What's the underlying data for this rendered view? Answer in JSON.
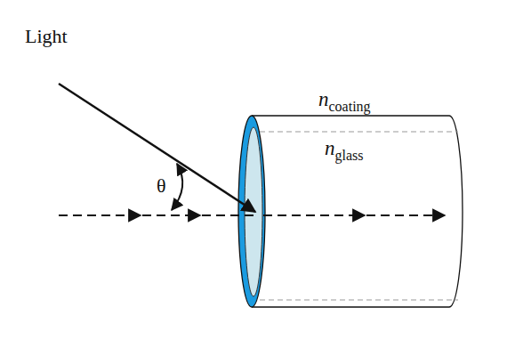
{
  "diagram": {
    "labels": [
      "Light",
      "θ",
      "ncoating",
      "nglass"
    ]
  }
}
